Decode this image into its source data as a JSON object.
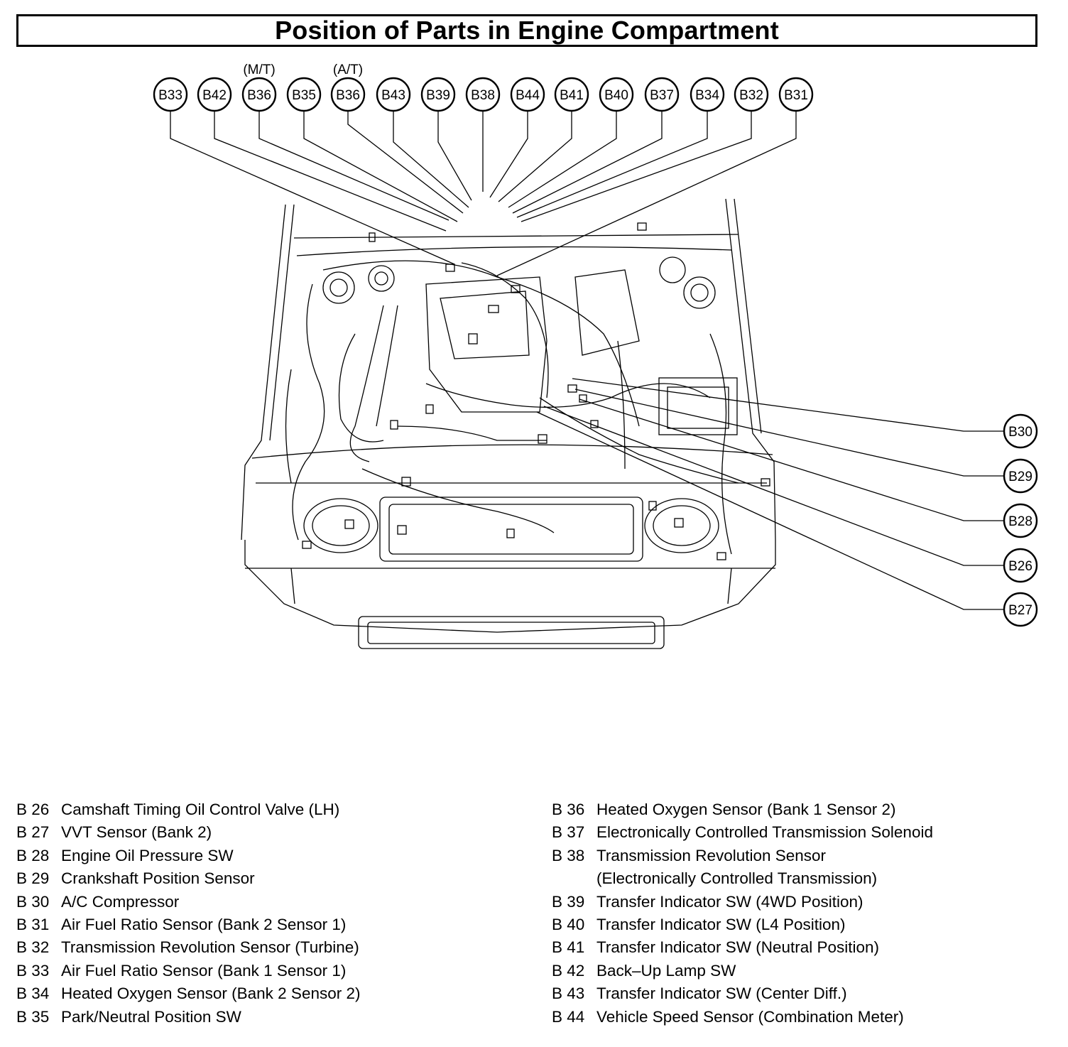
{
  "title": "Position of Parts in Engine Compartment",
  "top_callouts": [
    {
      "code": "B33",
      "qualifier": ""
    },
    {
      "code": "B42",
      "qualifier": ""
    },
    {
      "code": "B36",
      "qualifier": "(M/T)"
    },
    {
      "code": "B35",
      "qualifier": ""
    },
    {
      "code": "B36",
      "qualifier": "(A/T)"
    },
    {
      "code": "B43",
      "qualifier": ""
    },
    {
      "code": "B39",
      "qualifier": ""
    },
    {
      "code": "B38",
      "qualifier": ""
    },
    {
      "code": "B44",
      "qualifier": ""
    },
    {
      "code": "B41",
      "qualifier": ""
    },
    {
      "code": "B40",
      "qualifier": ""
    },
    {
      "code": "B37",
      "qualifier": ""
    },
    {
      "code": "B34",
      "qualifier": ""
    },
    {
      "code": "B32",
      "qualifier": ""
    },
    {
      "code": "B31",
      "qualifier": ""
    }
  ],
  "right_callouts": [
    {
      "code": "B30"
    },
    {
      "code": "B29"
    },
    {
      "code": "B28"
    },
    {
      "code": "B26"
    },
    {
      "code": "B27"
    }
  ],
  "legend_left": [
    {
      "code": "B 26",
      "desc": "Camshaft Timing Oil Control Valve (LH)"
    },
    {
      "code": "B 27",
      "desc": "VVT Sensor (Bank 2)"
    },
    {
      "code": "B 28",
      "desc": "Engine Oil Pressure SW"
    },
    {
      "code": "B 29",
      "desc": "Crankshaft Position Sensor"
    },
    {
      "code": "B 30",
      "desc": "A/C Compressor"
    },
    {
      "code": "B 31",
      "desc": "Air Fuel Ratio Sensor (Bank 2 Sensor 1)"
    },
    {
      "code": "B 32",
      "desc": "Transmission Revolution Sensor (Turbine)"
    },
    {
      "code": "B 33",
      "desc": "Air Fuel Ratio Sensor (Bank 1 Sensor 1)"
    },
    {
      "code": "B 34",
      "desc": "Heated Oxygen Sensor (Bank 2 Sensor 2)"
    },
    {
      "code": "B 35",
      "desc": "Park/Neutral Position SW"
    }
  ],
  "legend_right": [
    {
      "code": "B 36",
      "desc": "Heated Oxygen Sensor (Bank 1 Sensor 2)"
    },
    {
      "code": "B 37",
      "desc": "Electronically Controlled Transmission Solenoid"
    },
    {
      "code": "B 38",
      "desc": "Transmission Revolution Sensor"
    },
    {
      "code": "",
      "desc": "(Electronically Controlled Transmission)"
    },
    {
      "code": "B 39",
      "desc": "Transfer Indicator SW (4WD Position)"
    },
    {
      "code": "B 40",
      "desc": "Transfer Indicator SW (L4 Position)"
    },
    {
      "code": "B 41",
      "desc": "Transfer Indicator SW (Neutral Position)"
    },
    {
      "code": "B 42",
      "desc": "Back–Up Lamp SW"
    },
    {
      "code": "B 43",
      "desc": "Transfer Indicator SW (Center Diff.)"
    },
    {
      "code": "B 44",
      "desc": "Vehicle Speed Sensor (Combination Meter)"
    }
  ]
}
